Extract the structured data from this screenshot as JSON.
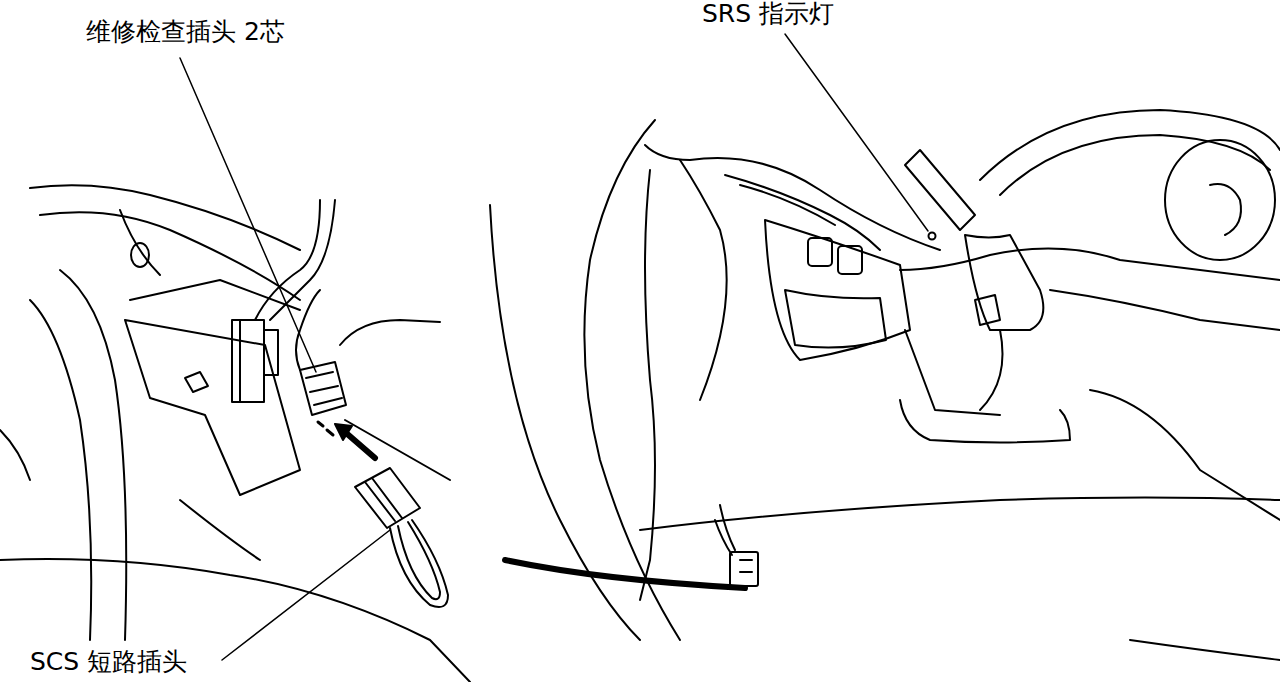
{
  "diagram": {
    "labels": [
      "维修检查插头 2芯",
      "SRS 指示灯",
      "SCS 短路插头"
    ]
  }
}
